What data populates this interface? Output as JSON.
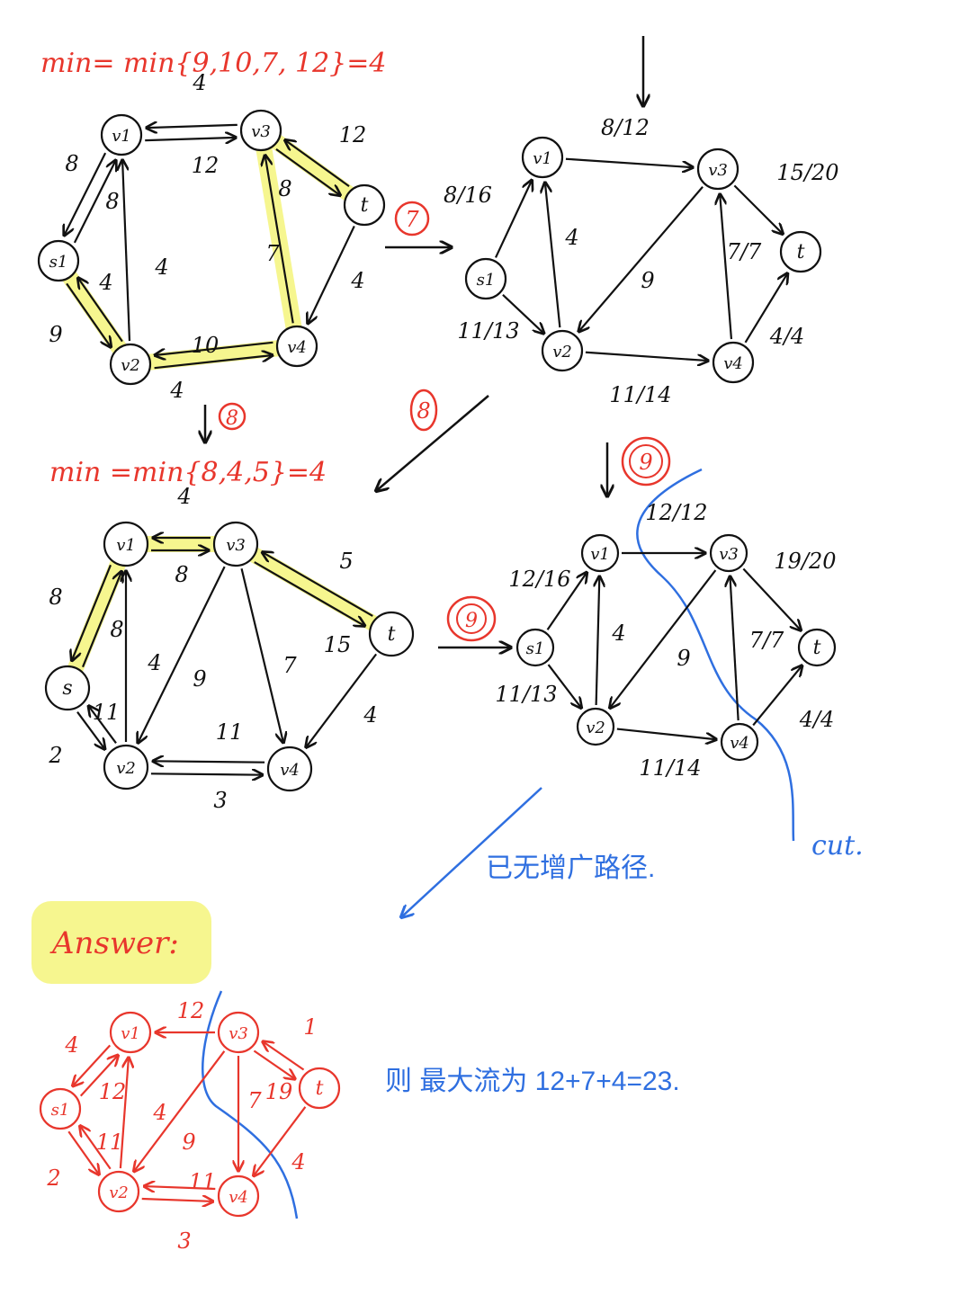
{
  "diagram1": {
    "formula": "min= min{9,10,7, 12}=4"
  },
  "diagram3": {
    "formula": "min =min{8,4,5}=4"
  },
  "steps": {
    "s7": "7",
    "s8": "8",
    "s9": "9"
  },
  "notes": {
    "no_path": "已无增广路径.",
    "cut": "cut."
  },
  "answer": {
    "title": "Answer:",
    "result": "则 最大流为 12+7+4=23."
  },
  "colors": {
    "ink": "#111111",
    "red": "#e8362c",
    "blue": "#2f6fe0",
    "highlight": "#f3f36a"
  },
  "graphs": [
    {
      "id": "residual-1",
      "color": "#111111",
      "nodes": [
        {
          "id": "s",
          "label": "s1"
        },
        {
          "id": "v1",
          "label": "v1"
        },
        {
          "id": "v2",
          "label": "v2"
        },
        {
          "id": "v3",
          "label": "v3"
        },
        {
          "id": "v4",
          "label": "v4"
        },
        {
          "id": "t",
          "label": "t"
        }
      ],
      "edges": [
        {
          "from": "s",
          "to": "v1",
          "label": "8"
        },
        {
          "from": "v1",
          "to": "s",
          "label": "8"
        },
        {
          "from": "v1",
          "to": "v3",
          "label": "4"
        },
        {
          "from": "v3",
          "to": "v1",
          "label": "12"
        },
        {
          "from": "v2",
          "to": "v1",
          "label": "4"
        },
        {
          "from": "s",
          "to": "v2",
          "label": "9"
        },
        {
          "from": "v2",
          "to": "s",
          "label": "4"
        },
        {
          "from": "v2",
          "to": "v4",
          "label": "10"
        },
        {
          "from": "v4",
          "to": "v2",
          "label": "4"
        },
        {
          "from": "v4",
          "to": "v3",
          "label": "7"
        },
        {
          "from": "t",
          "to": "v3",
          "label": "8"
        },
        {
          "from": "v3",
          "to": "t",
          "label": "12"
        },
        {
          "from": "t",
          "to": "v4",
          "label": "4"
        }
      ],
      "augmenting_path": [
        "s",
        "v2",
        "v4",
        "v3",
        "t"
      ]
    },
    {
      "id": "flow-after-7",
      "color": "#111111",
      "nodes": [
        {
          "id": "s",
          "label": "s1"
        },
        {
          "id": "v1",
          "label": "v1"
        },
        {
          "id": "v2",
          "label": "v2"
        },
        {
          "id": "v3",
          "label": "v3"
        },
        {
          "id": "v4",
          "label": "v4"
        },
        {
          "id": "t",
          "label": "t"
        }
      ],
      "edges": [
        {
          "from": "s",
          "to": "v1",
          "label": "8/16"
        },
        {
          "from": "v1",
          "to": "v3",
          "label": "8/12"
        },
        {
          "from": "v3",
          "to": "t",
          "label": "15/20"
        },
        {
          "from": "v2",
          "to": "v1",
          "label": "4"
        },
        {
          "from": "v3",
          "to": "v2",
          "label": "9"
        },
        {
          "from": "v4",
          "to": "v3",
          "label": "7/7"
        },
        {
          "from": "v4",
          "to": "t",
          "label": "4/4"
        },
        {
          "from": "s",
          "to": "v2",
          "label": "11/13"
        },
        {
          "from": "v2",
          "to": "v4",
          "label": "11/14"
        }
      ]
    },
    {
      "id": "residual-2",
      "color": "#111111",
      "nodes": [
        {
          "id": "s",
          "label": "s"
        },
        {
          "id": "v1",
          "label": "v1"
        },
        {
          "id": "v2",
          "label": "v2"
        },
        {
          "id": "v3",
          "label": "v3"
        },
        {
          "id": "v4",
          "label": "v4"
        },
        {
          "id": "t",
          "label": "t"
        }
      ],
      "edges": [
        {
          "from": "s",
          "to": "v1",
          "label": "8"
        },
        {
          "from": "v1",
          "to": "s",
          "label": "8"
        },
        {
          "from": "v1",
          "to": "v3",
          "label": "4"
        },
        {
          "from": "v3",
          "to": "v1",
          "label": "8"
        },
        {
          "from": "v3",
          "to": "t",
          "label": "5"
        },
        {
          "from": "t",
          "to": "v3",
          "label": "15"
        },
        {
          "from": "v2",
          "to": "v1",
          "label": "4"
        },
        {
          "from": "v3",
          "to": "v2",
          "label": "9"
        },
        {
          "from": "v3",
          "to": "v4",
          "label": "7"
        },
        {
          "from": "t",
          "to": "v4",
          "label": "4"
        },
        {
          "from": "s",
          "to": "v2",
          "label": "2"
        },
        {
          "from": "v2",
          "to": "s",
          "label": "11"
        },
        {
          "from": "v4",
          "to": "v2",
          "label": "11"
        },
        {
          "from": "v2",
          "to": "v4",
          "label": "3"
        }
      ],
      "augmenting_path": [
        "s",
        "v1",
        "v3",
        "t"
      ]
    },
    {
      "id": "flow-after-9",
      "color": "#111111",
      "nodes": [
        {
          "id": "s",
          "label": "s1"
        },
        {
          "id": "v1",
          "label": "v1"
        },
        {
          "id": "v2",
          "label": "v2"
        },
        {
          "id": "v3",
          "label": "v3"
        },
        {
          "id": "v4",
          "label": "v4"
        },
        {
          "id": "t",
          "label": "t"
        }
      ],
      "edges": [
        {
          "from": "s",
          "to": "v1",
          "label": "12/16"
        },
        {
          "from": "v1",
          "to": "v3",
          "label": "12/12"
        },
        {
          "from": "v3",
          "to": "t",
          "label": "19/20"
        },
        {
          "from": "v2",
          "to": "v1",
          "label": "4"
        },
        {
          "from": "v3",
          "to": "v2",
          "label": "9"
        },
        {
          "from": "v4",
          "to": "v3",
          "label": "7/7"
        },
        {
          "from": "v4",
          "to": "t",
          "label": "4/4"
        },
        {
          "from": "s",
          "to": "v2",
          "label": "11/13"
        },
        {
          "from": "v2",
          "to": "v4",
          "label": "11/14"
        }
      ]
    },
    {
      "id": "answer-residual",
      "color": "#e8362c",
      "nodes": [
        {
          "id": "s",
          "label": "s1"
        },
        {
          "id": "v1",
          "label": "v1"
        },
        {
          "id": "v2",
          "label": "v2"
        },
        {
          "id": "v3",
          "label": "v3"
        },
        {
          "id": "v4",
          "label": "v4"
        },
        {
          "id": "t",
          "label": "t"
        }
      ],
      "edges": [
        {
          "from": "s",
          "to": "v1",
          "label": "4"
        },
        {
          "from": "v1",
          "to": "s",
          "label": "12"
        },
        {
          "from": "v3",
          "to": "v1",
          "label": "12"
        },
        {
          "from": "v3",
          "to": "t",
          "label": "1"
        },
        {
          "from": "t",
          "to": "v3",
          "label": "19"
        },
        {
          "from": "v2",
          "to": "v1",
          "label": "4"
        },
        {
          "from": "v3",
          "to": "v2",
          "label": "9"
        },
        {
          "from": "v3",
          "to": "v4",
          "label": "7"
        },
        {
          "from": "t",
          "to": "v4",
          "label": "4"
        },
        {
          "from": "s",
          "to": "v2",
          "label": "2"
        },
        {
          "from": "v2",
          "to": "s",
          "label": "11"
        },
        {
          "from": "v4",
          "to": "v2",
          "label": "11"
        },
        {
          "from": "v2",
          "to": "v4",
          "label": "3"
        }
      ]
    }
  ]
}
